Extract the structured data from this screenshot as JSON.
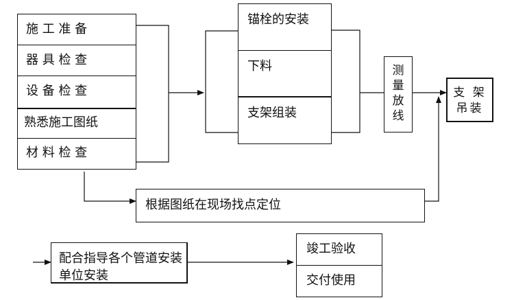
{
  "prep_steps": [
    "施 工 准 备",
    "器 具 检 查",
    "设 备 检 查",
    "熟悉施工图纸",
    "材 料 检 查"
  ],
  "install_steps": [
    "锚栓的安装",
    "下料",
    "支架组装"
  ],
  "measure_label": "测量放线",
  "hang_label": "支 架\n吊装",
  "locate_label": "根据图纸在现场找点定位",
  "coordinate_label": "配合指导各个管道安装单位安装",
  "final_steps": [
    "竣工验收",
    "交付使用"
  ]
}
